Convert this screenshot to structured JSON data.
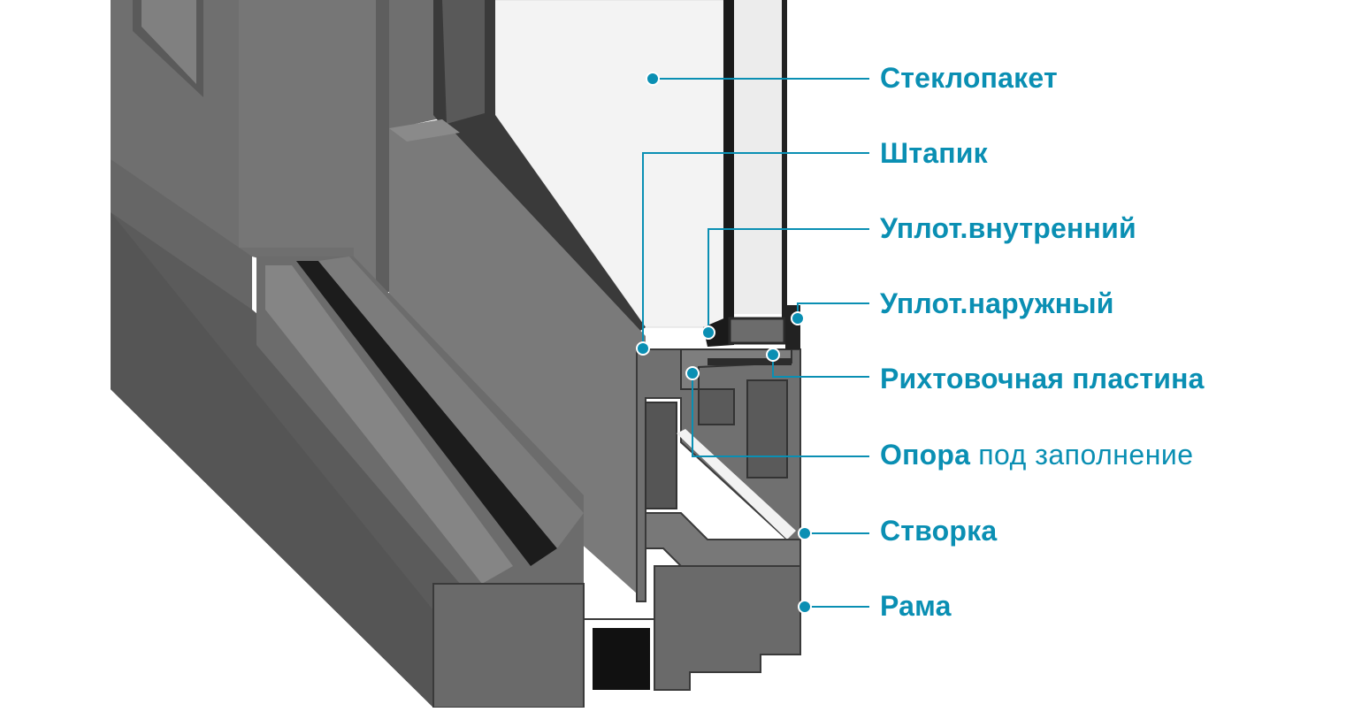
{
  "accent_color": "#0a8fb3",
  "profile_colors": {
    "face": "#7d7d7d",
    "dark": "#4a4a4a",
    "shadow": "#2a2a2a",
    "seal": "#111111"
  },
  "callouts": [
    {
      "id": "steklopaket",
      "text": "Стеклопакет",
      "extra": ""
    },
    {
      "id": "shtapik",
      "text": "Штапик",
      "extra": ""
    },
    {
      "id": "uplot-inner",
      "text": "Уплот.внутренний",
      "extra": ""
    },
    {
      "id": "uplot-outer",
      "text": "Уплот.наружный",
      "extra": ""
    },
    {
      "id": "rikhtovochnaya",
      "text": "Рихтовочная пластина",
      "extra": ""
    },
    {
      "id": "opora",
      "text": "Опора",
      "extra": "под заполнение"
    },
    {
      "id": "stvorka",
      "text": "Створка",
      "extra": ""
    },
    {
      "id": "rama",
      "text": "Рама",
      "extra": ""
    }
  ]
}
